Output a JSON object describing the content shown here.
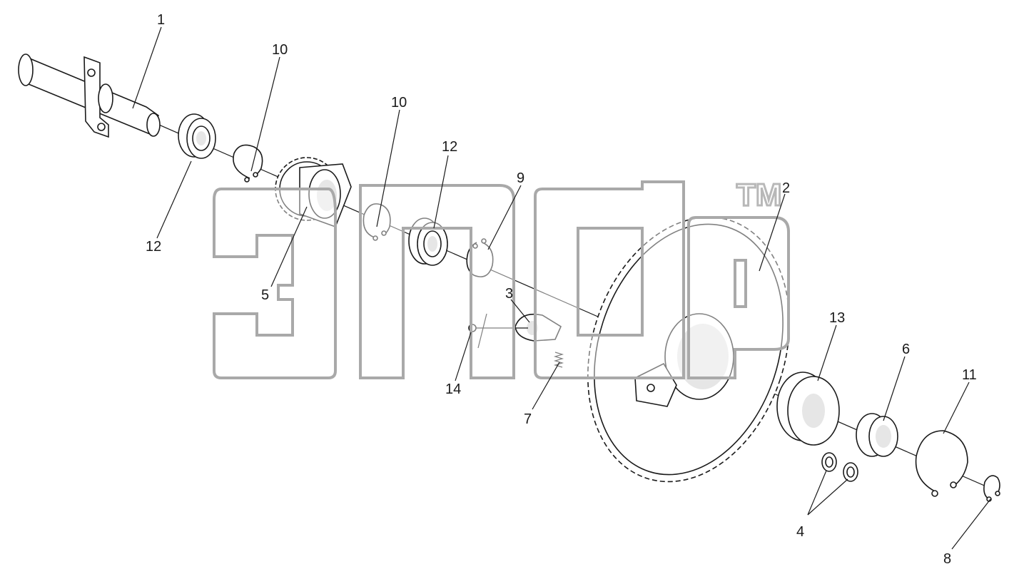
{
  "callouts": {
    "c1": "1",
    "c2": "2",
    "c3": "3",
    "c4": "4",
    "c5": "5",
    "c6": "6",
    "c7": "7",
    "c8": "8",
    "c9": "9",
    "c10a": "10",
    "c10b": "10",
    "c11": "11",
    "c12a": "12",
    "c12b": "12",
    "c13": "13",
    "c14": "14"
  },
  "watermark": {
    "tm": "TM"
  }
}
